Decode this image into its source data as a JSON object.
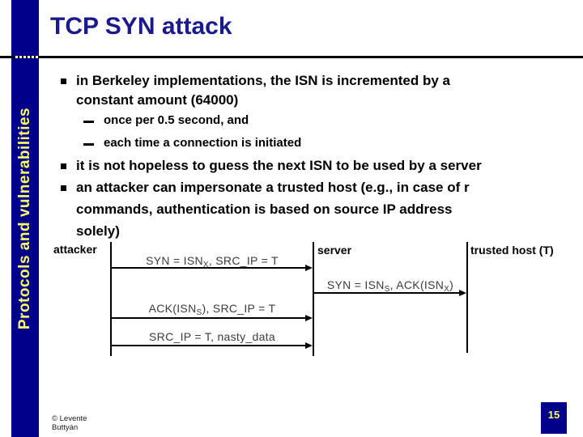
{
  "slide": {
    "title": "TCP SYN attack",
    "sidebar_label": "Protocols and vulnerabilities",
    "page_number": "15",
    "footer": {
      "line1": "©  Levente",
      "line2": "Buttyán"
    }
  },
  "colors": {
    "navy_bar": "#00008B",
    "title_text": "#1A1A8C",
    "sidebar_yellow": "#FFFF66",
    "rule_dash_cream": "#FFFFCC"
  },
  "bullets": {
    "b1": {
      "lines": [
        "in Berkeley implementations, the ISN is incremented by a",
        "constant amount (64000)"
      ],
      "subs": [
        "once per 0.5 second, and",
        "each time a connection is initiated"
      ]
    },
    "b2": {
      "lines": [
        "it is not hopeless to guess the next ISN to be used by a server"
      ]
    },
    "b3": {
      "lines": [
        "an attacker can impersonate a trusted host  (e.g., in case of r",
        "commands, authentication is based on source IP address",
        "solely)"
      ]
    }
  },
  "diagram": {
    "entities": [
      {
        "label": "attacker"
      },
      {
        "label": "server"
      },
      {
        "label": "trusted host (T)"
      }
    ],
    "messages": [
      {
        "parts": [
          {
            "text": "SYN = ISN"
          },
          {
            "sub": "X"
          },
          {
            "text": ", SRC_IP = T"
          }
        ]
      },
      {
        "parts": [
          {
            "text": "SYN = ISN"
          },
          {
            "sub": "S"
          },
          {
            "text": ", ACK(ISN"
          },
          {
            "sub": "X"
          },
          {
            "text": ")"
          }
        ]
      },
      {
        "parts": [
          {
            "text": "ACK(ISN"
          },
          {
            "sub": "S"
          },
          {
            "text": "), SRC_IP = T"
          }
        ]
      },
      {
        "parts": [
          {
            "text": "SRC_IP = T, nasty_data"
          }
        ]
      }
    ]
  }
}
